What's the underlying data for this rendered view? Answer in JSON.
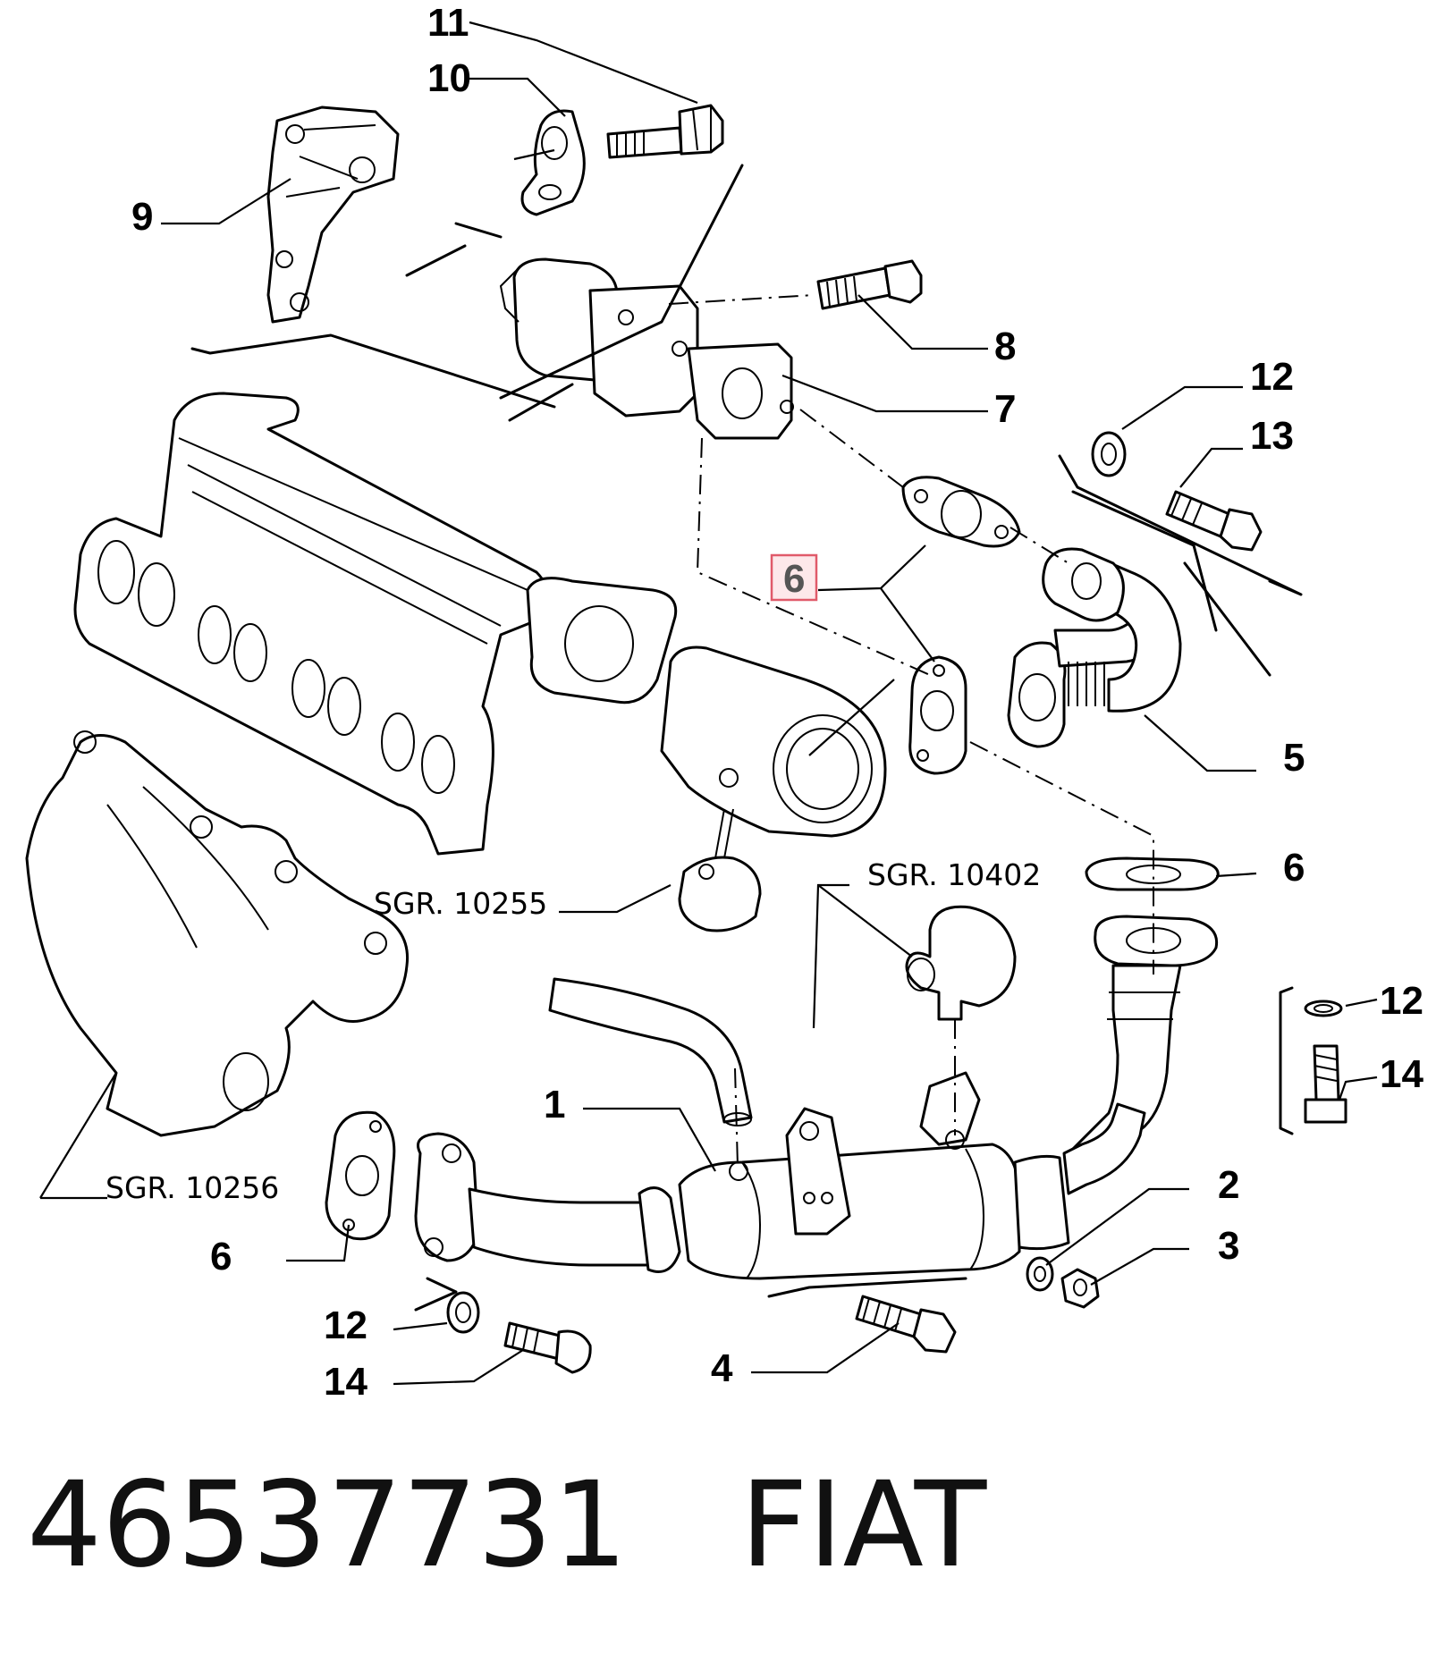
{
  "labels": {
    "l11": "11",
    "l10": "10",
    "l9": "9",
    "l8": "8",
    "l7": "7",
    "l12a": "12",
    "l13": "13",
    "l6_highlight": "6",
    "l5": "5",
    "l6b": "6",
    "l12b": "12",
    "l14a": "14",
    "l2": "2",
    "l3": "3",
    "l1": "1",
    "l6c": "6",
    "l12c": "12",
    "l14b": "14",
    "l4": "4"
  },
  "references": {
    "sgr_10402": "SGR. 10402",
    "sgr_10255": "SGR. 10255",
    "sgr_10256": "SGR. 10256"
  },
  "caption": {
    "part_number": "46537731",
    "brand": "FIAT"
  },
  "colors": {
    "highlight_fill": "#fde8ea",
    "highlight_border": "#e05a6a"
  }
}
